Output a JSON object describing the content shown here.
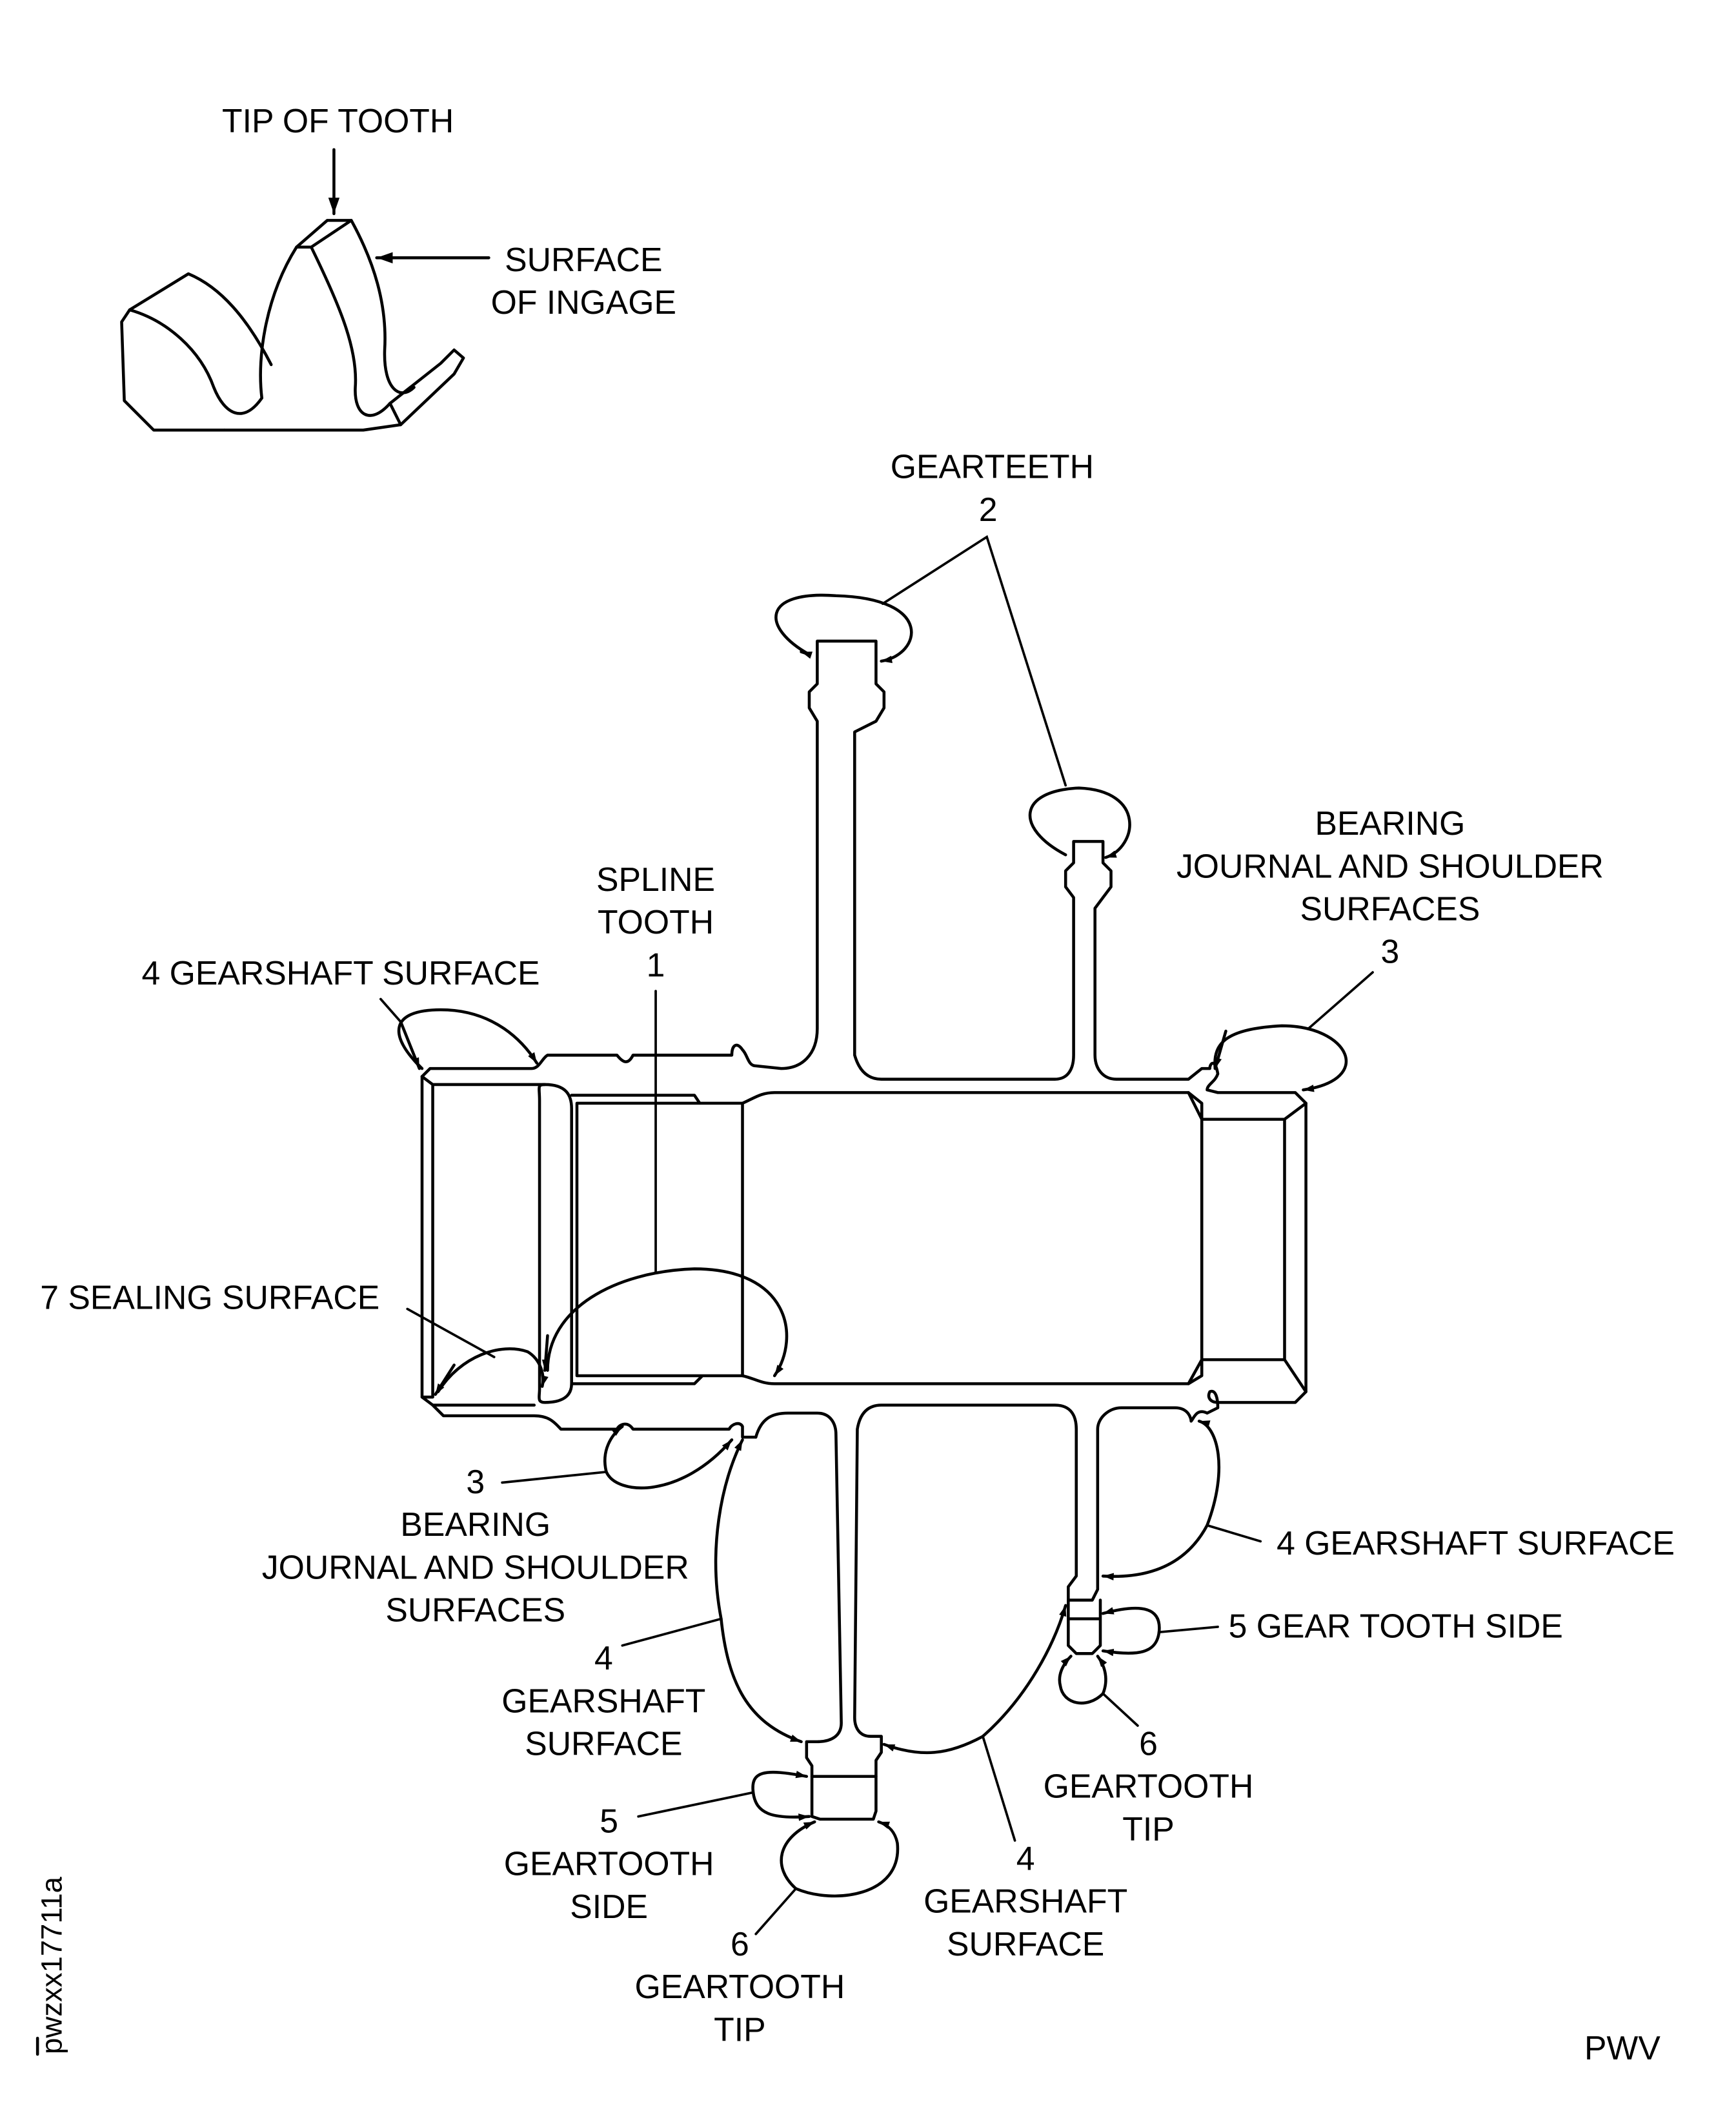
{
  "figure": {
    "figure_code": "pwzxx17711a",
    "corner_mark": "PWV",
    "detail_view": {
      "tip_label": "TIP OF TOOTH",
      "surface_label_line1": "SURFACE",
      "surface_label_line2": "OF INGAGE"
    },
    "callouts": {
      "gearteeth": {
        "title": "GEARTEETH",
        "number": "2"
      },
      "bearing_top": {
        "line1": "BEARING",
        "line2": "JOURNAL AND SHOULDER",
        "line3": "SURFACES",
        "number": "3"
      },
      "spline": {
        "line1": "SPLINE",
        "line2": "TOOTH",
        "number": "1"
      },
      "gearshaft_top_left": "4 GEARSHAFT SURFACE",
      "sealing": "7 SEALING SURFACE",
      "bearing_bottom": {
        "number": "3",
        "line1": "BEARING",
        "line2": "JOURNAL AND SHOULDER",
        "line3": "SURFACES"
      },
      "gearshaft_left": {
        "number": "4",
        "line1": "GEARSHAFT",
        "line2": "SURFACE"
      },
      "geartooth_side_left": {
        "number": "5",
        "line1": "GEARTOOTH",
        "line2": "SIDE"
      },
      "geartooth_tip_left": {
        "number": "6",
        "line1": "GEARTOOTH",
        "line2": "TIP"
      },
      "gearshaft_center": {
        "number": "4",
        "line1": "GEARSHAFT",
        "line2": "SURFACE"
      },
      "geartooth_tip_right": {
        "number": "6",
        "line1": "GEARTOOTH",
        "line2": "TIP"
      },
      "gearshaft_right": "4 GEARSHAFT SURFACE",
      "gear_tooth_side_right": "5 GEAR TOOTH SIDE"
    }
  }
}
